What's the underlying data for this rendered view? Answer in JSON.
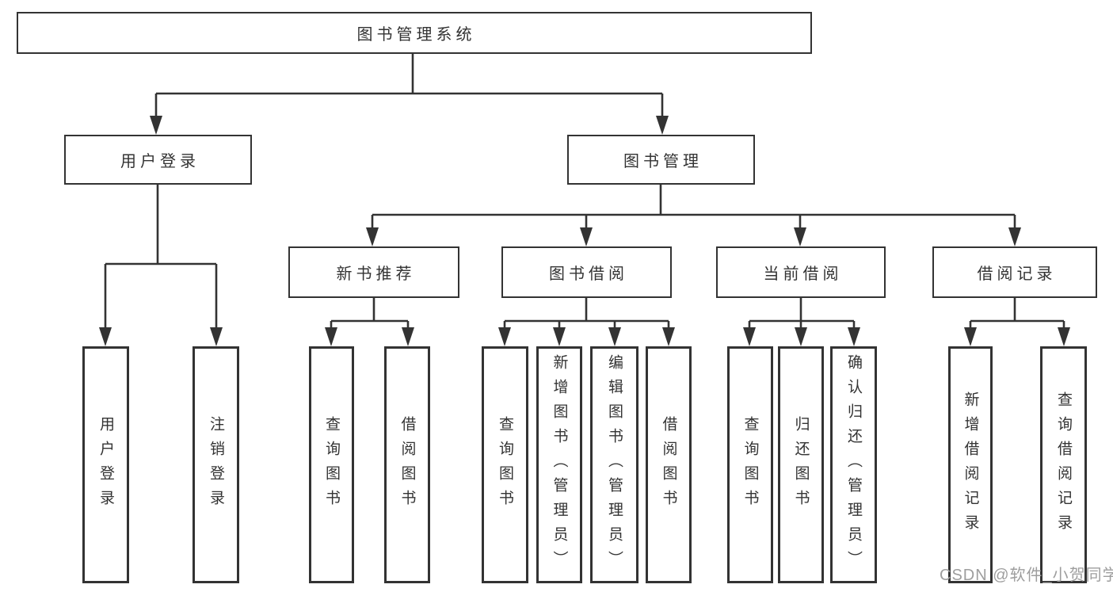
{
  "diagram": {
    "root": {
      "label": "图书管理系统"
    },
    "branches": {
      "user_login": {
        "label": "用户登录",
        "leaves": [
          "用户登录",
          "注销登录"
        ]
      },
      "book_mgmt": {
        "label": "图书管理",
        "sections": {
          "new_books": {
            "label": "新书推荐",
            "leaves": [
              "查询图书",
              "借阅图书"
            ]
          },
          "book_borrow": {
            "label": "图书借阅",
            "leaves": [
              "查询图书",
              "新增图书（管理员）",
              "编辑图书（管理员）",
              "借阅图书"
            ]
          },
          "current_borrow": {
            "label": "当前借阅",
            "leaves": [
              "查询图书",
              "归还图书",
              "确认归还（管理员）"
            ]
          },
          "borrow_records": {
            "label": "借阅记录",
            "leaves": [
              "新增借阅记录",
              "查询借阅记录"
            ]
          }
        }
      }
    },
    "watermark": "CSDN @软件_小贺同学",
    "colors": {
      "line": "#333333",
      "box_border": "#333333",
      "text": "#333333",
      "background": "#ffffff",
      "watermark": "#9e9e9e"
    }
  }
}
